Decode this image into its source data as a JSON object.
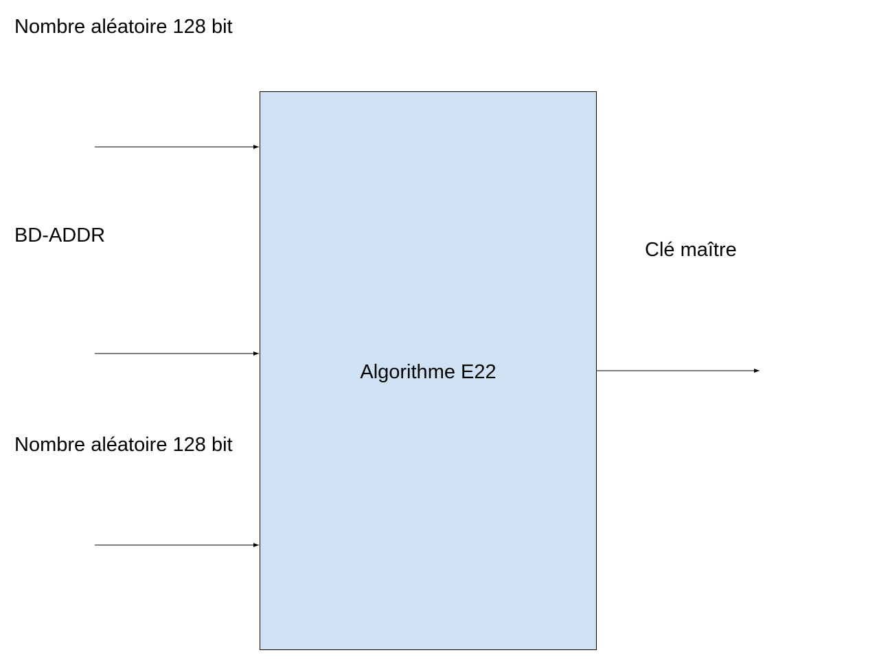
{
  "inputs": {
    "random_number_top": "Nombre aléatoire 128 bit",
    "bd_addr": "BD-ADDR",
    "random_number_bottom": "Nombre aléatoire 128 bit"
  },
  "algorithm": {
    "label": "Algorithme E22",
    "fill_color": "#cfe2f3"
  },
  "output": {
    "label": "Clé maître"
  }
}
